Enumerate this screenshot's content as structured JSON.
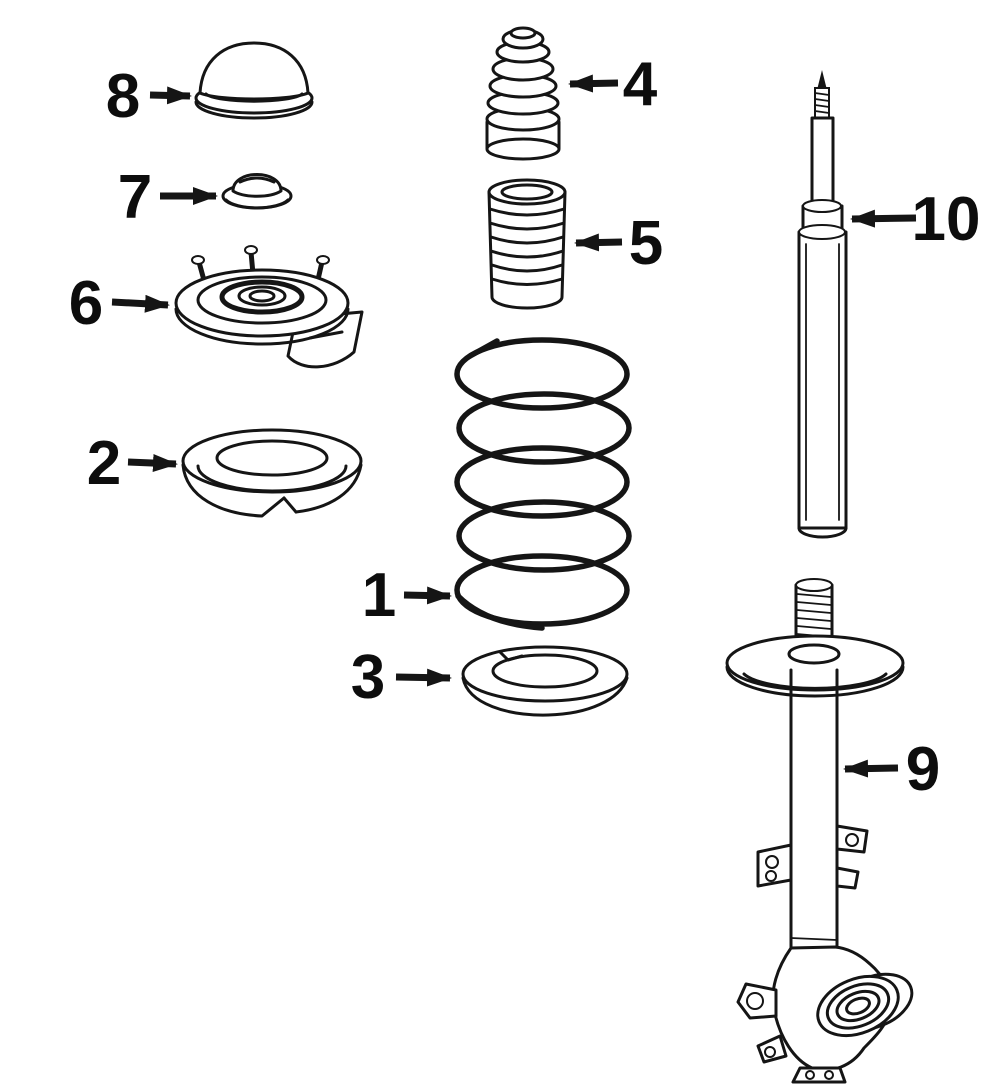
{
  "figure": {
    "kind": "exploded-parts-diagram",
    "background_color": "#ffffff",
    "ink_color": "#151515"
  },
  "callouts": [
    {
      "label": "1",
      "part": "coil-spring"
    },
    {
      "label": "2",
      "part": "upper-spring-insulator"
    },
    {
      "label": "3",
      "part": "lower-spring-seat"
    },
    {
      "label": "4",
      "part": "bump-stop"
    },
    {
      "label": "5",
      "part": "dust-boot"
    },
    {
      "label": "6",
      "part": "strut-mount"
    },
    {
      "label": "7",
      "part": "mount-cap"
    },
    {
      "label": "8",
      "part": "dust-cap"
    },
    {
      "label": "9",
      "part": "strut-housing-knuckle"
    },
    {
      "label": "10",
      "part": "shock-cartridge"
    }
  ]
}
